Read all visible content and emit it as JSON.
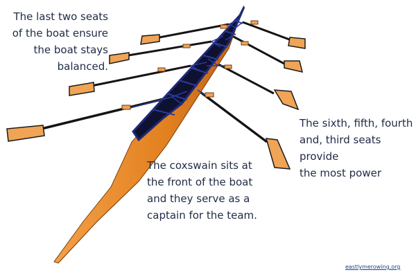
{
  "captions": {
    "last_two_seats": "The last two seats\nof the boat ensure\nthe boat stays\nbalanced.",
    "middle_seats": "The sixth, fifth, fourth\nand, third seats provide\nthe most power",
    "coxswain": "The coxswain sits at\nthe front of the boat\nand they serve as a\ncaptain for the team."
  },
  "credit": "eastlymerowing.org",
  "colors": {
    "hull": "#e88a2a",
    "hull_dark": "#b8601a",
    "deck": "#1e2a78",
    "deck_fill": "#0e1230",
    "blade": "#f0a455",
    "oar_shaft": "#141414",
    "text": "#1f2a44"
  }
}
